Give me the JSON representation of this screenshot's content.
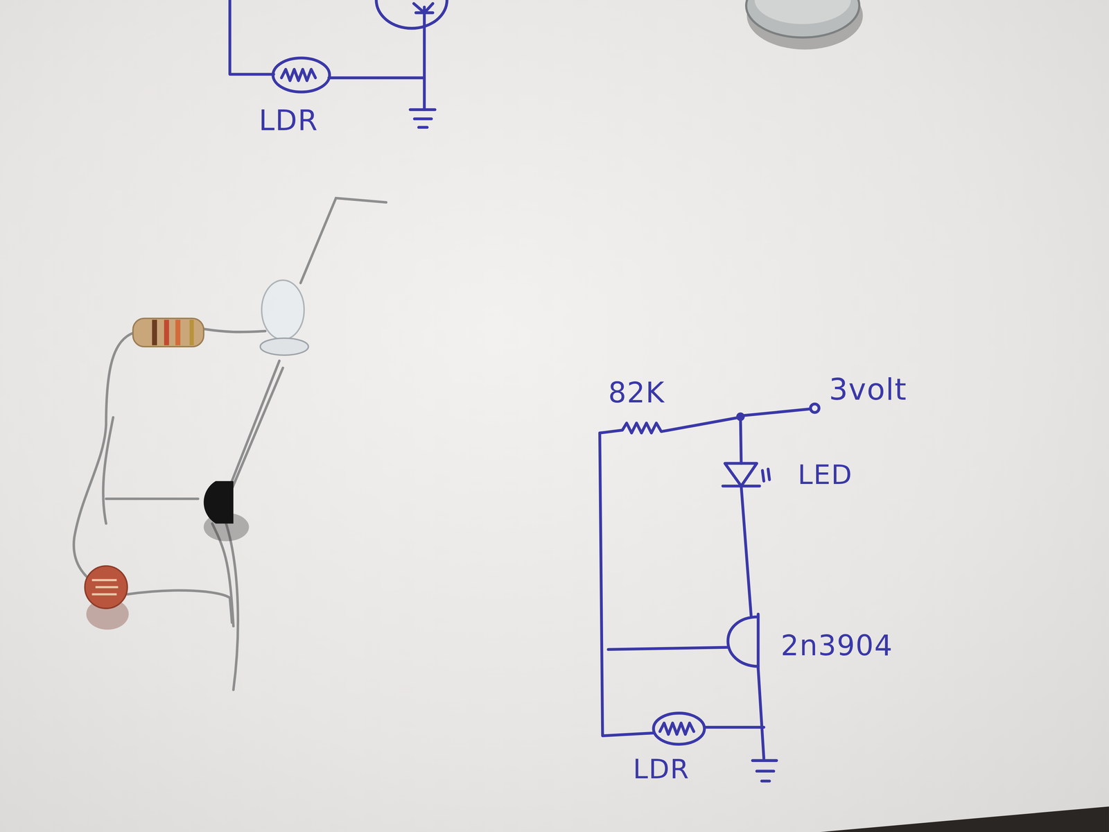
{
  "diagram": {
    "labels": [
      "LDR",
      "82K",
      "3volt",
      "LED",
      "2n3904",
      "LDR"
    ]
  }
}
